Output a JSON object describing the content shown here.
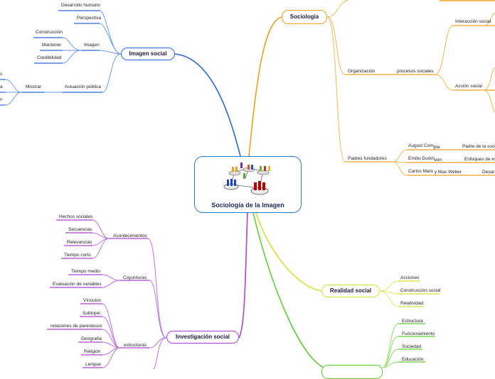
{
  "central": {
    "title": "Sociología de la Imagen",
    "illustration": "people-network-icon"
  },
  "imagen_social": {
    "title": "Imagen social",
    "color": "#2a66d8",
    "items": [
      "Desarrollo humano",
      "Perspectiva",
      "Imagen",
      "Actuación pública"
    ],
    "imagen_children": [
      "Construcción",
      "Mantener",
      "Credibilidad"
    ],
    "actuacion_child": "Mostrar",
    "mostrar_children_partial": [
      "s",
      "a",
      "n"
    ]
  },
  "sociologia": {
    "title": "Sociología",
    "color": "#f0a020",
    "organizacion": "Organización",
    "procesos": "procesos sociales",
    "procesos_children": [
      "Interacción social",
      "Acción social"
    ],
    "padres": "Padres fundadores",
    "founders": [
      {
        "name": "August Com",
        "suffix": "pte",
        "detail": "Padre de la socio"
      },
      {
        "name": "Emilio Durkh",
        "suffix": "eim",
        "detail": "Enfoques de est"
      },
      {
        "name": "Carlos Marx",
        "suffix": "y Max Weber",
        "detail": "Desarr"
      }
    ]
  },
  "realidad_social": {
    "title": "Realidad social",
    "color": "#d8e030",
    "items": [
      "Acciones",
      "Construcción social",
      "Relatividad"
    ]
  },
  "green_branch": {
    "color": "#5fd030",
    "items": [
      "Estructura",
      "Funcionamiento",
      "Sociedad",
      "Educación"
    ]
  },
  "investigacion_social": {
    "title": "Investigación social",
    "color": "#b040d0",
    "acontecimientos": "Acontecimientos",
    "acontecimientos_items": [
      "Hechos sociales",
      "Secuencias",
      "Relevancias",
      "Tiempo corto"
    ],
    "coyunturas": "Coyunturas",
    "coyunturas_items": [
      "Tiempo medio",
      "Evaluación de variables"
    ],
    "estructuras": "estructuras",
    "estructuras_items": [
      "Vínculos",
      "Subtopic",
      "relaciones de parentesco",
      "Geografía",
      "Religión",
      "Lengua"
    ]
  }
}
